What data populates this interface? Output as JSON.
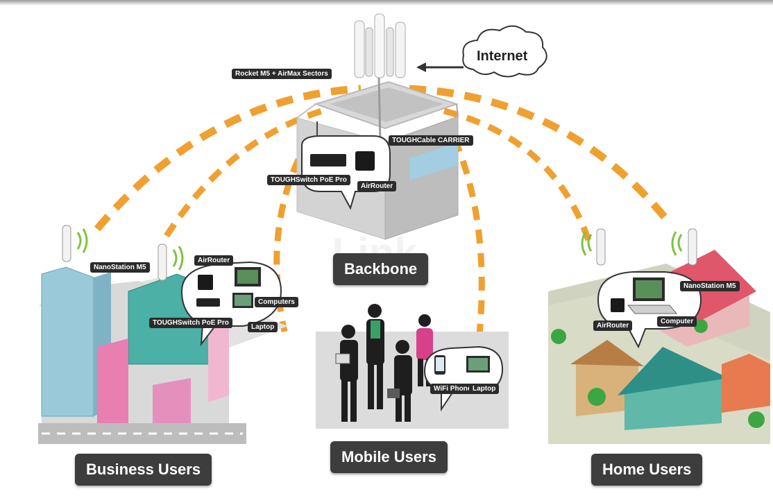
{
  "labels": {
    "internet": "Internet",
    "rocket": "Rocket M5 + AirMax Sectors",
    "toughcable": "TOUGHCable CARRIER",
    "toughswitch_backbone": "TOUGHSwitch PoE Pro",
    "airrouter_backbone": "AirRouter",
    "backbone": "Backbone",
    "nanostation_business": "NanoStation M5",
    "airrouter_business": "AirRouter",
    "computers_business": "Computers",
    "toughswitch_business": "TOUGHSwitch PoE Pro",
    "laptop_business": "Laptop",
    "wifi_phone": "WiFi Phone",
    "laptop_mobile": "Laptop",
    "nanostation_home": "NanoStation M5",
    "airrouter_home": "AirRouter",
    "computer_home": "Computer",
    "business_users": "Business Users",
    "mobile_users": "Mobile Users",
    "home_users": "Home Users"
  },
  "colors": {
    "link_dash": "#f0a030",
    "label_bg": "#3d3d3d",
    "wifi_wave": "#7dc242"
  }
}
